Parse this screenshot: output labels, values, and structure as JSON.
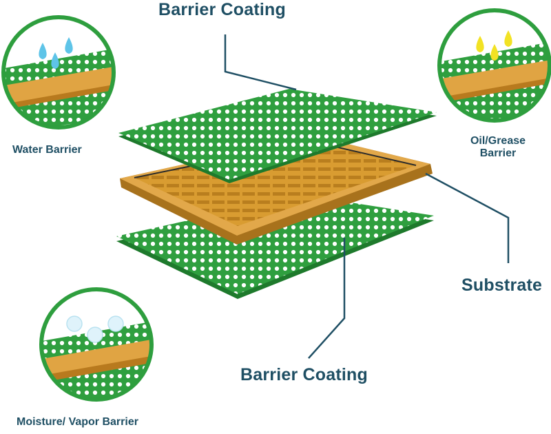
{
  "labels": {
    "top_coating": "Barrier Coating",
    "bottom_coating": "Barrier Coating",
    "substrate": "Substrate",
    "water": "Water Barrier",
    "oil_line1": "Oil/Grease",
    "oil_line2": "Barrier",
    "moisture": "Moisture/ Vapor Barrier"
  },
  "colors": {
    "coating_green": "#2e9e3e",
    "coating_light": "#49b84f",
    "coating_dark": "#1e7a2c",
    "substrate_gold": "#d89a2c",
    "substrate_dark": "#a8721c",
    "leader_line": "#1f4f64",
    "label_text": "#1f4f64",
    "water_drop": "#5ec4e8",
    "oil_drop": "#f2e224",
    "vapor_bubble": "#dff3fb"
  },
  "icons": {
    "water": "water-droplets-icon",
    "oil": "oil-droplets-icon",
    "vapor": "vapor-bubbles-icon"
  }
}
